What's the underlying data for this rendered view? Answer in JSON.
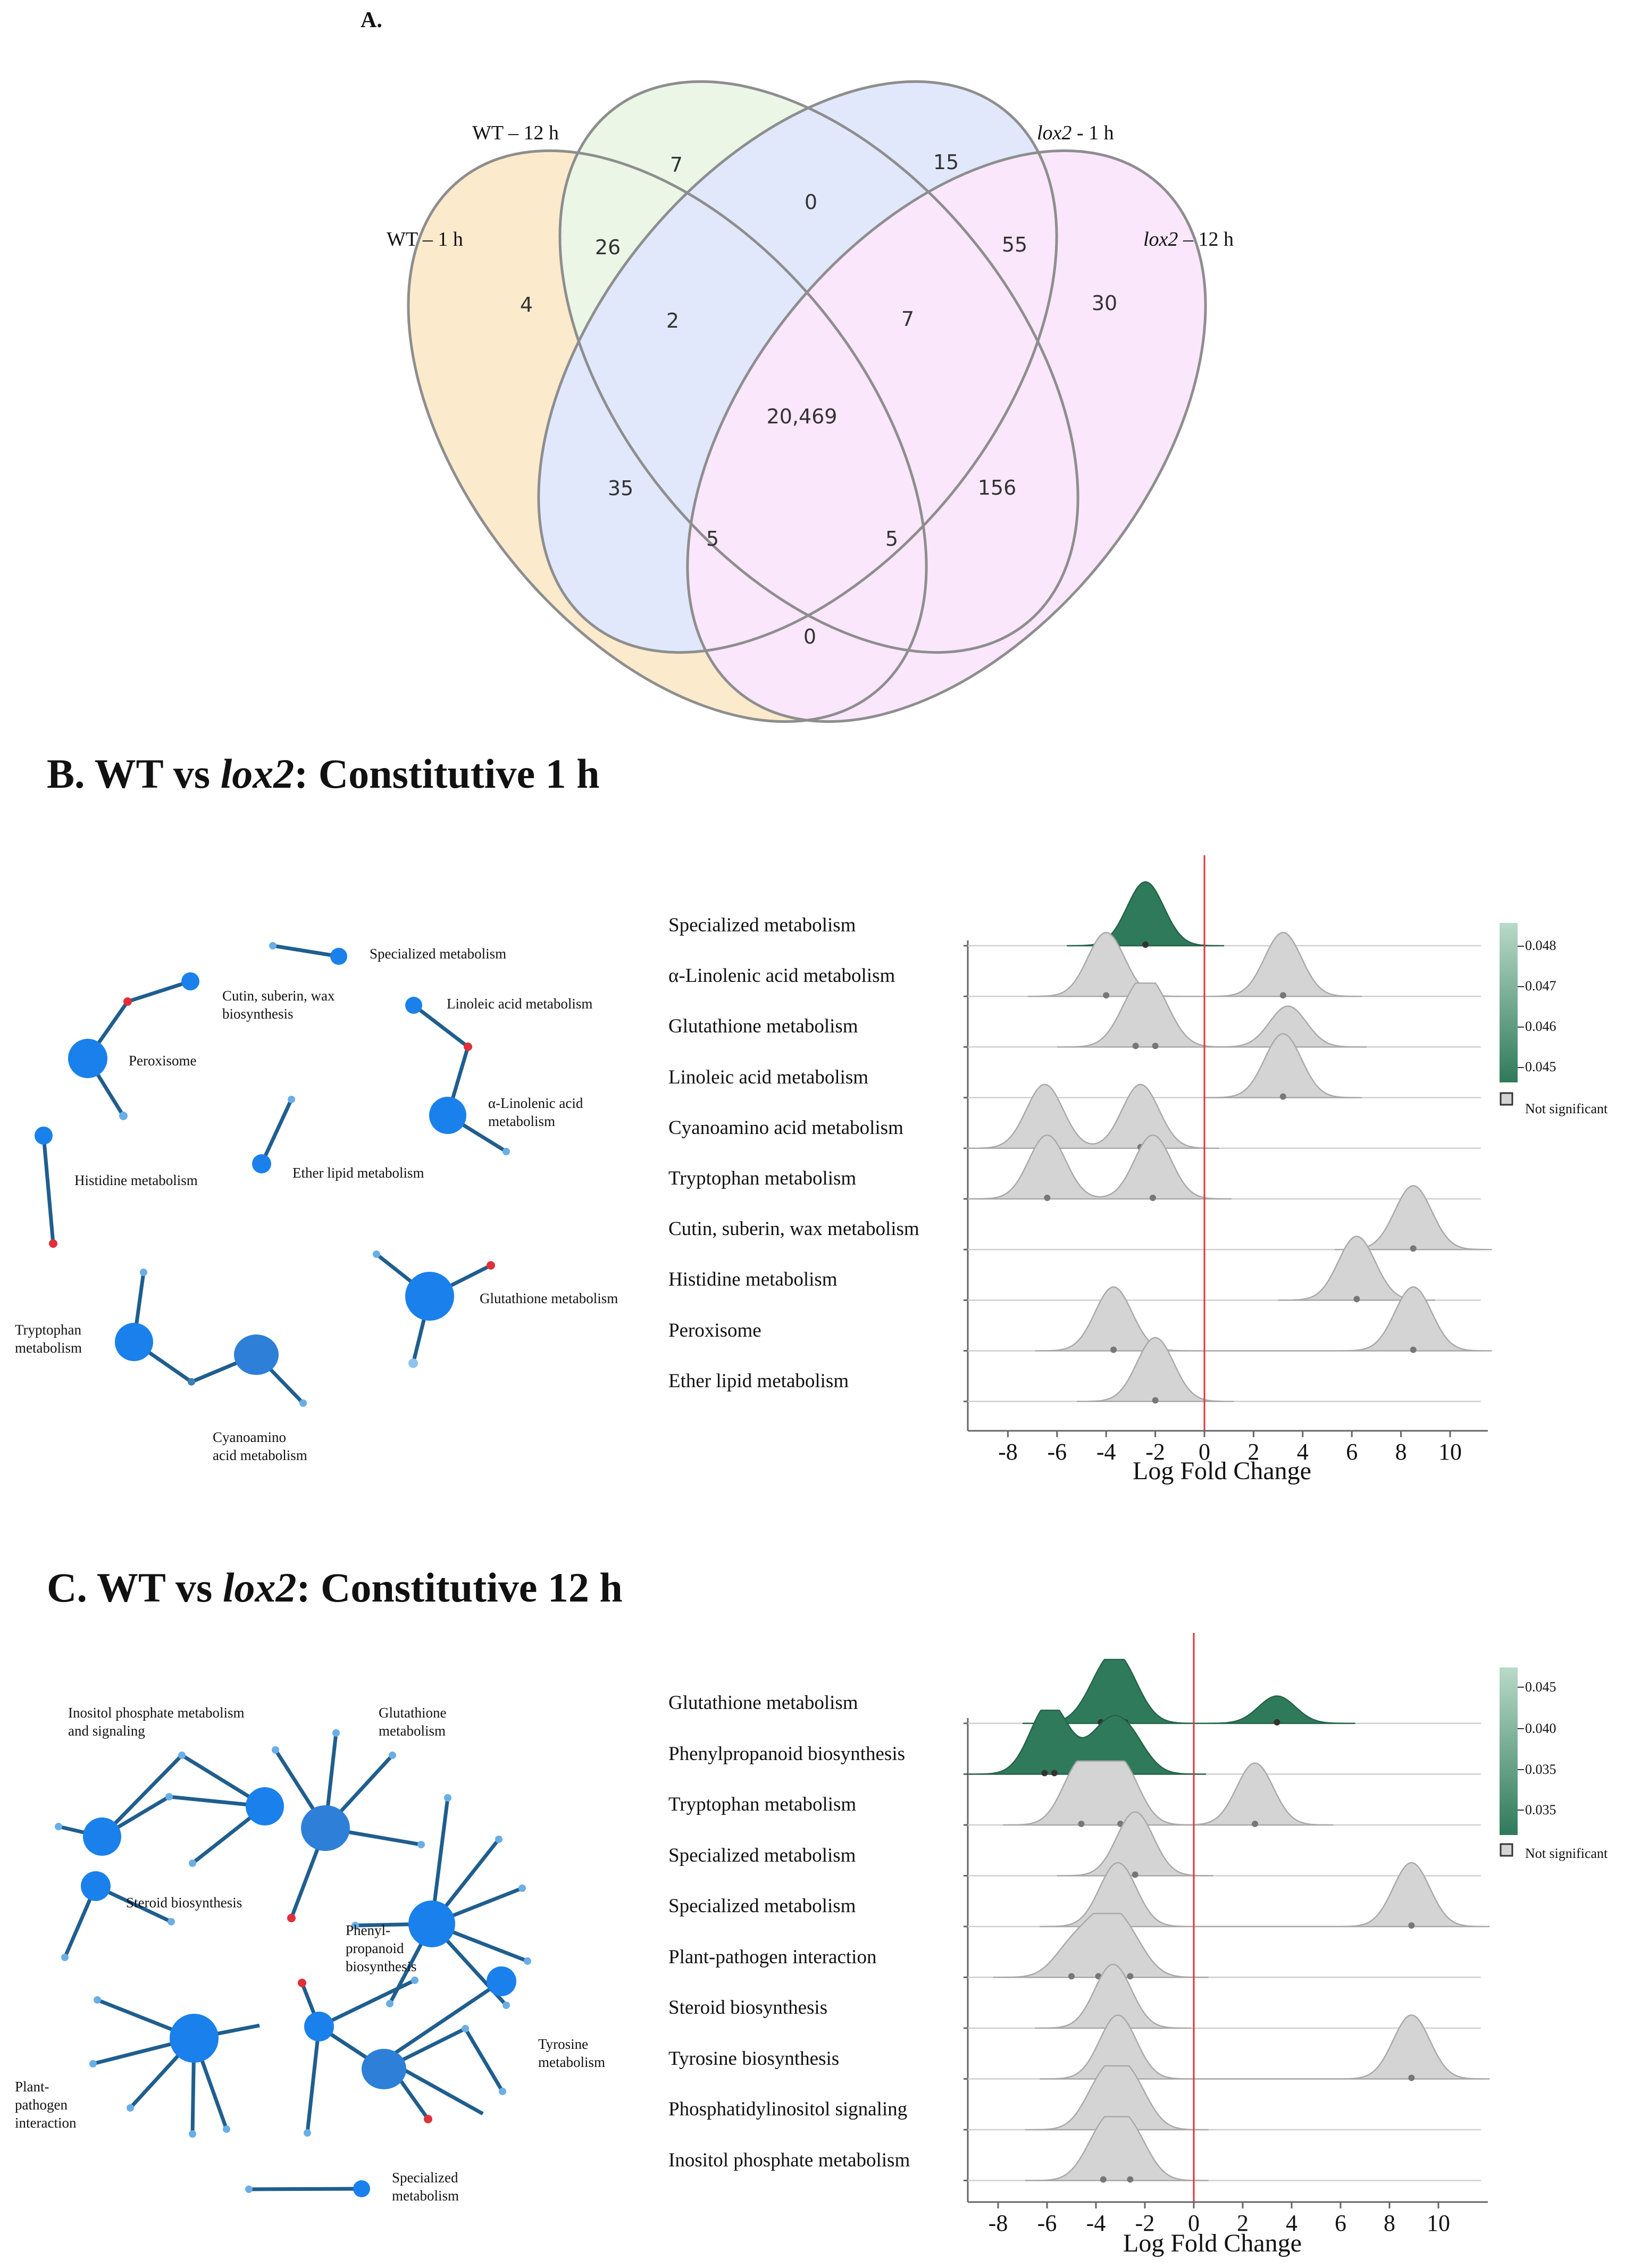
{
  "panel_a": {
    "letter": "A.",
    "labels": {
      "wt_12h": "WT – 12 h",
      "wt_1h": "WT – 1 h",
      "lox2_1h_italic": "lox2",
      "lox2_1h_rest": " - 1 h",
      "lox2_12h_italic": "lox2",
      "lox2_12h_rest": " – 12 h"
    },
    "counts": [
      "7",
      "15",
      "0",
      "26",
      "55",
      "4",
      "30",
      "2",
      "7",
      "20,469",
      "35",
      "156",
      "5",
      "5",
      "0"
    ],
    "colors": {
      "wt_1h": "#f9d9a3",
      "wt_12h": "#dcf0d4",
      "lox2_1h": "#c9d6fa",
      "lox2_12h": "#f6d4fa",
      "lower": "#f8c6c6"
    }
  },
  "panel_b": {
    "title_pre": "B.  WT vs ",
    "title_italic": "lox2",
    "title_post": ": Constitutive 1 h",
    "network_labels": [
      "Specialized metabolism",
      "Cutin, suberin, wax",
      "biosynthesis",
      "Linoleic acid metabolism",
      "Peroxisome",
      "α-Linolenic acid",
      "metabolism",
      "Histidine metabolism",
      "Ether lipid metabolism",
      "Glutathione metabolism",
      "Tryptophan",
      "metabolism",
      "Cyanoamino",
      "acid metabolism"
    ],
    "legend_values": [
      "0.048",
      "0.047",
      "0.046",
      "0.045"
    ],
    "legend_ns": "Not significant",
    "xlabel": "Log Fold Change"
  },
  "panel_c": {
    "title_pre": "C.  WT vs ",
    "title_italic": "lox2",
    "title_post": ": Constitutive 12 h",
    "network_labels": [
      "Inositol phosphate metabolism",
      "and signaling",
      "Glutathione",
      "metabolism",
      "Steroid biosynthesis",
      "Phenyl-",
      "propanoid",
      "biosynthesis",
      "Tyrosine",
      "metabolism",
      "Plant-",
      "pathogen",
      "interaction",
      "Specialized",
      "metabolism"
    ],
    "legend_values": [
      "0.045",
      "0.040",
      "0.035",
      "0.035"
    ],
    "legend_ns": "Not significant",
    "xlabel": "Log Fold Change"
  },
  "chart_data": [
    {
      "type": "area",
      "subtype": "ridgeline",
      "xlabel": "Log Fold Change",
      "xlim": [
        -10,
        11
      ],
      "xticks": [
        -8,
        -6,
        -4,
        -2,
        0,
        2,
        4,
        6,
        8,
        10
      ],
      "significant_color": "#2f7a5a",
      "nonsignificant_color": "#d4d4d4",
      "series": [
        {
          "name": "Specialized metabolism",
          "significant": true,
          "points": [
            -2.4
          ]
        },
        {
          "name": "α-Linolenic acid metabolism",
          "significant": false,
          "points": [
            -4.0,
            3.2
          ]
        },
        {
          "name": "Glutathione metabolism",
          "significant": false,
          "points": [
            -2.8,
            -2.0,
            3.4
          ]
        },
        {
          "name": "Linoleic acid metabolism",
          "significant": false,
          "points": [
            3.2
          ]
        },
        {
          "name": "Cyanoamino acid metabolism",
          "significant": false,
          "points": [
            -6.5,
            -2.6
          ]
        },
        {
          "name": "Tryptophan metabolism",
          "significant": false,
          "points": [
            -6.4,
            -2.1
          ]
        },
        {
          "name": "Cutin, suberin, wax metabolism",
          "significant": false,
          "points": [
            8.5
          ]
        },
        {
          "name": "Histidine metabolism",
          "significant": false,
          "points": [
            6.2
          ]
        },
        {
          "name": "Peroxisome",
          "significant": false,
          "points": [
            -3.7,
            8.5
          ]
        },
        {
          "name": "Ether lipid metabolism",
          "significant": false,
          "points": [
            -2.0
          ]
        }
      ]
    },
    {
      "type": "area",
      "subtype": "ridgeline",
      "xlabel": "Log Fold Change",
      "xlim": [
        -9.5,
        12
      ],
      "xticks": [
        -8,
        -6,
        -4,
        -2,
        0,
        2,
        4,
        6,
        8,
        10
      ],
      "significant_color": "#2f7a5a",
      "nonsignificant_color": "#d4d4d4",
      "series": [
        {
          "name": "Glutathione metabolism",
          "significant": true,
          "points": [
            -3.8,
            -3.2,
            -2.8,
            3.4
          ]
        },
        {
          "name": "Phenylpropanoid biosynthesis",
          "significant": true,
          "points": [
            -6.1,
            -5.7,
            -3.7,
            -2.7
          ]
        },
        {
          "name": "Tryptophan metabolism",
          "significant": false,
          "points": [
            -4.6,
            -3.0,
            2.5
          ]
        },
        {
          "name": "Specialized metabolism",
          "significant": false,
          "points": [
            -2.4
          ]
        },
        {
          "name": "Specialized metabolism",
          "significant": false,
          "points": [
            -3.1,
            8.9
          ]
        },
        {
          "name": "Plant-pathogen interaction",
          "significant": false,
          "points": [
            -5.0,
            -3.9,
            -3.4,
            -2.6
          ]
        },
        {
          "name": "Steroid biosynthesis",
          "significant": false,
          "points": [
            -3.3
          ]
        },
        {
          "name": "Tyrosine biosynthesis",
          "significant": false,
          "points": [
            -3.1,
            8.9
          ]
        },
        {
          "name": "Phosphatidylinositol signaling",
          "significant": false,
          "points": [
            -3.7,
            -2.6
          ]
        },
        {
          "name": "Inositol phosphate metabolism",
          "significant": false,
          "points": [
            -3.7,
            -2.6
          ]
        }
      ]
    }
  ]
}
